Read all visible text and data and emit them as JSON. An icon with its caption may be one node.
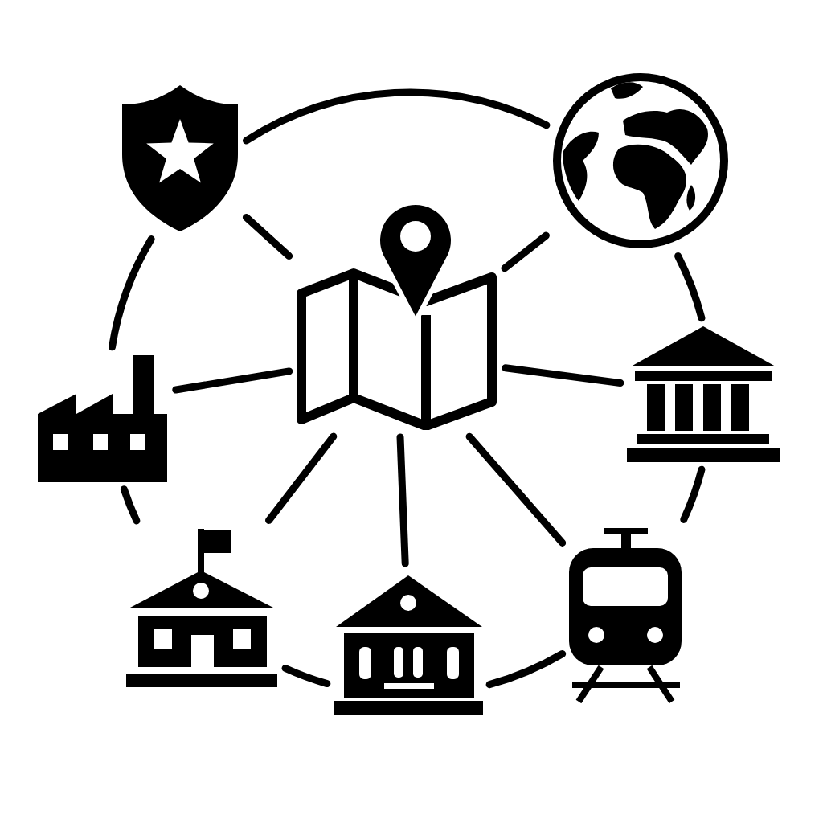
{
  "diagram": {
    "nodes": [
      {
        "text": [],
        "shape": "picture"
      },
      {
        "text": [],
        "shape": "picture"
      },
      {
        "text": [],
        "shape": "picture"
      },
      {
        "text": [],
        "shape": "picture"
      },
      {
        "text": [],
        "shape": "picture"
      },
      {
        "text": [],
        "shape": "picture"
      },
      {
        "text": [],
        "shape": "picture"
      },
      {
        "text": [],
        "shape": "picture"
      }
    ],
    "edges": [
      {
        "from": 0,
        "to": 1,
        "arrow": "none"
      },
      {
        "from": 0,
        "to": 2,
        "arrow": "none"
      },
      {
        "from": 0,
        "to": 3,
        "arrow": "none"
      },
      {
        "from": 0,
        "to": 4,
        "arrow": "none"
      },
      {
        "from": 0,
        "to": 5,
        "arrow": "none"
      },
      {
        "from": 0,
        "to": 6,
        "arrow": "none"
      },
      {
        "from": 0,
        "to": 7,
        "arrow": "none"
      },
      {
        "from": 1,
        "to": 2,
        "arrow": "none"
      },
      {
        "from": 2,
        "to": 4,
        "arrow": "none"
      },
      {
        "from": 4,
        "to": 7,
        "arrow": "none"
      },
      {
        "from": 7,
        "to": 6,
        "arrow": "none"
      },
      {
        "from": 6,
        "to": 5,
        "arrow": "none"
      },
      {
        "from": 5,
        "to": 3,
        "arrow": "none"
      },
      {
        "from": 3,
        "to": 1,
        "arrow": "none"
      }
    ]
  }
}
